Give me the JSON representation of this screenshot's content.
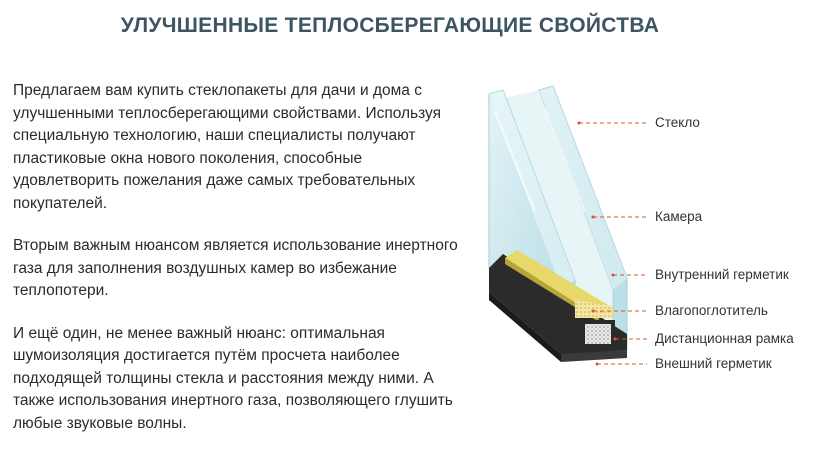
{
  "title": "УЛУЧШЕННЫЕ ТЕПЛОСБЕРЕГАЮЩИЕ СВОЙСТВА",
  "paragraphs": [
    "Предлагаем вам купить стеклопакеты для дачи и дома с улучшенными теплосберегающими свойствами. Используя специальную технологию, наши специалисты получают пластиковые окна нового поколения, способные удовлетворить пожелания даже самых требовательных покупателей.",
    "Вторым важным нюансом является использование инертного газа для заполнения воздушных камер во избежание теплопотери.",
    "И ещё один, не менее важный нюанс: оптимальная шумоизоляция достигается путём просчета наиболее подходящей толщины стекла и расстояния между ними. А также использования инертного газа, позволяющего глушить любые звуковые волны."
  ],
  "labels": {
    "glass": "Стекло",
    "chamber": "Камера",
    "inner_sealant": "Внутренний герметик",
    "desiccant": "Влагопоглотитель",
    "spacer": "Дистанционная рамка",
    "outer_sealant": "Внешний герметик"
  },
  "colors": {
    "title": "#3d5561",
    "leader": "#d9542b",
    "glass": "#cfe9ee"
  }
}
